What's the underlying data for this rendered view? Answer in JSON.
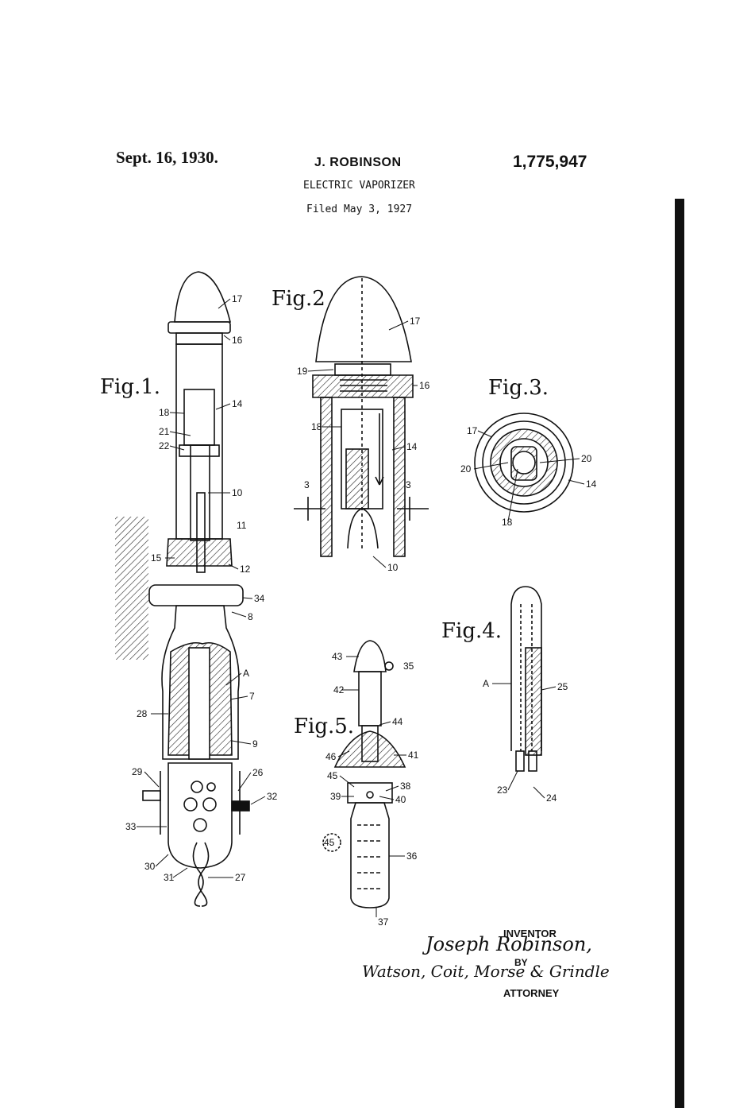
{
  "header": {
    "date": "Sept. 16, 1930.",
    "inventor_name": "J. ROBINSON",
    "patent_number": "1,775,947",
    "title": "ELECTRIC VAPORIZER",
    "filed": "Filed May 3, 1927"
  },
  "figures": {
    "fig1": "Fig.1.",
    "fig2": "Fig.2",
    "fig3": "Fig.3.",
    "fig4": "Fig.4.",
    "fig5": "Fig.5."
  },
  "refs": {
    "fig1": [
      "17",
      "16",
      "14",
      "18",
      "21",
      "22",
      "10",
      "11",
      "15",
      "12",
      "34",
      "8",
      "A",
      "7",
      "28",
      "9",
      "29",
      "26",
      "32",
      "33",
      "30",
      "31",
      "27"
    ],
    "fig2": [
      "17",
      "19",
      "16",
      "18",
      "14",
      "3",
      "3",
      "10"
    ],
    "fig3": [
      "17",
      "20",
      "20",
      "14",
      "18"
    ],
    "fig4": [
      "A",
      "25",
      "23",
      "24"
    ],
    "fig5": [
      "43",
      "35",
      "42",
      "44",
      "46",
      "41",
      "45",
      "38",
      "39",
      "40",
      "45",
      "36",
      "37"
    ]
  },
  "signature": {
    "inventor_label": "INVENTOR",
    "inventor_signature": "Joseph Robinson,",
    "by": "BY",
    "attorney_signature": "Watson, Coit, Morse & Grindle",
    "attorney_label": "ATTORNEY"
  }
}
